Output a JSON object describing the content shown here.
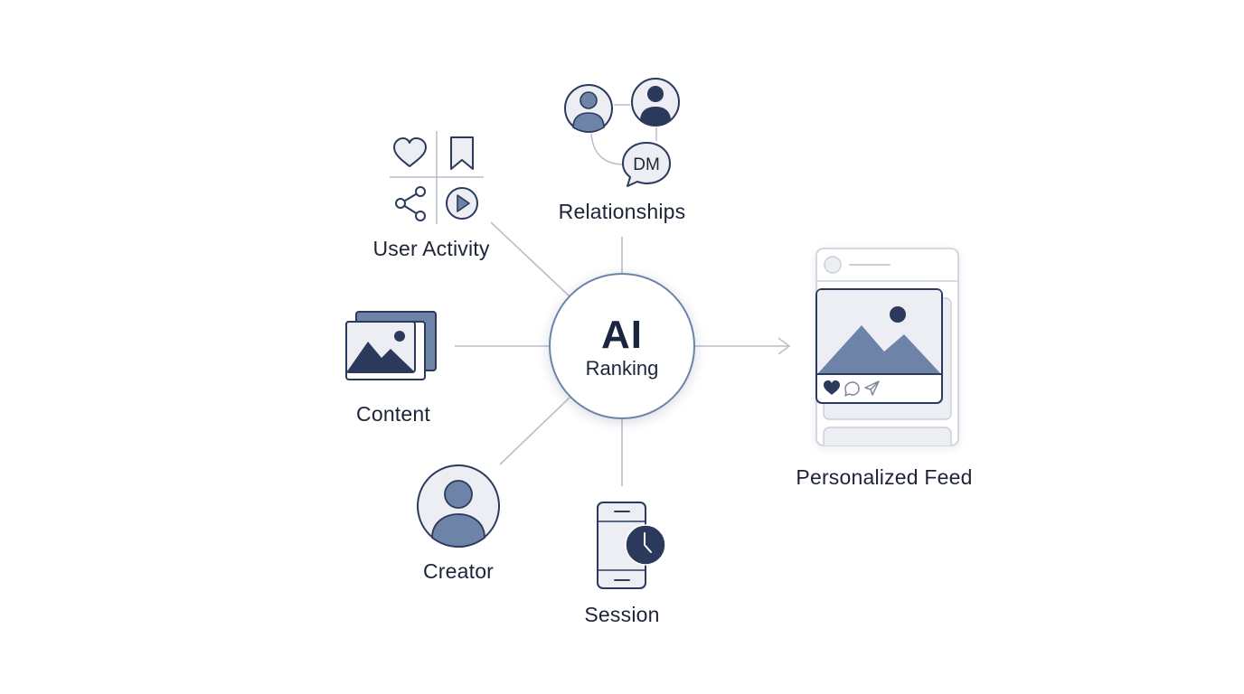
{
  "hub": {
    "title": "AI",
    "subtitle": "Ranking"
  },
  "inputs": [
    {
      "id": "user-activity",
      "label": "User Activity"
    },
    {
      "id": "relationships",
      "label": "Relationships",
      "badge": "DM"
    },
    {
      "id": "content",
      "label": "Content"
    },
    {
      "id": "creator",
      "label": "Creator"
    },
    {
      "id": "session",
      "label": "Session"
    }
  ],
  "output": {
    "label": "Personalized Feed"
  },
  "icons": {
    "user_activity": [
      "heart-icon",
      "bookmark-icon",
      "share-icon",
      "play-icon"
    ],
    "relationships": [
      "person-icon",
      "person-icon",
      "chat-bubble-icon"
    ],
    "content": "image-stack-icon",
    "creator": "person-icon",
    "session": [
      "phone-icon",
      "clock-icon"
    ],
    "output": [
      "feed-icon",
      "heart-icon",
      "comment-icon",
      "send-icon"
    ]
  },
  "colors": {
    "navy": "#2b3a5c",
    "slate": "#6e83a8",
    "fill_light": "#eceef3",
    "connector": "#b7bfcb",
    "text": "#1d2438"
  }
}
